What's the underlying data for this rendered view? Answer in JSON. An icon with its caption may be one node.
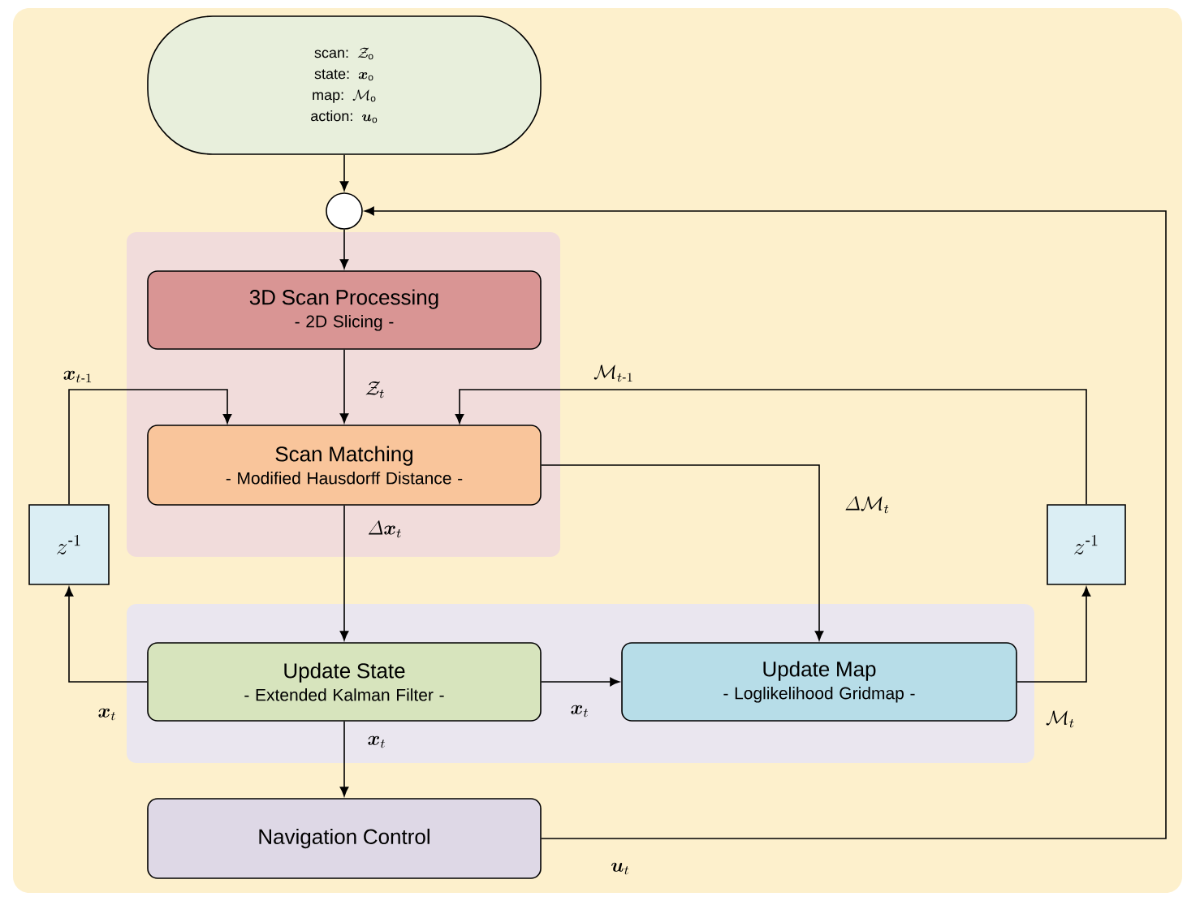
{
  "diagram": {
    "nodes": [
      {
        "text": [
          "\\mbox{scan: }\\mathcal{Z}_{\\mathrm{o}}",
          "\\mbox{state: }\\boldsymbol{x}_{\\mathrm{o}}",
          "\\mbox{map: }\\mathcal{M}_{\\mathrm{o}}",
          "\\mbox{action: }\\boldsymbol{u}_{\\mathrm{o}}"
        ]
      },
      {
        "text": [],
        "shape": "circle"
      },
      {
        "text": [],
        "shape": "box"
      },
      {
        "text": [
          "3D Scan Processing",
          "- 2D Slicing -"
        ],
        "in": 2
      },
      {
        "text": [
          "Scan Matching",
          "- Modified Hausdorff Distance -"
        ],
        "in": 2
      },
      {
        "text": [],
        "shape": "box"
      },
      {
        "text": [
          "Update State",
          "- Extended Kalman Filter -"
        ],
        "in": 5
      },
      {
        "text": [
          "Update Map",
          "- Loglikelihood Gridmap -"
        ],
        "in": 5
      },
      {
        "text": [
          "Navigation Control"
        ]
      },
      {
        "text": [
          "z^{\\text{-}1}"
        ]
      },
      {
        "text": [
          "z^{\\text{-}1}"
        ]
      }
    ],
    "edges": [
      {
        "from": 0,
        "to": 1,
        "arrow": "to"
      },
      {
        "from": 1,
        "to": 3,
        "arrow": "to"
      },
      {
        "from": 3,
        "to": 4,
        "arrow": "to",
        "label": "\\mathcal{Z}_t"
      },
      {
        "from": 4,
        "to": 6,
        "arrow": "to",
        "label": "\\varDelta\\boldsymbol{x}_t"
      },
      {
        "from": 4,
        "to": 7,
        "arrow": "to",
        "label": "\\varDelta\\mathcal{M}_t"
      },
      {
        "from": 6,
        "to": 7,
        "arrow": "to",
        "label": "\\boldsymbol{x}_t"
      },
      {
        "from": 6,
        "to": 9,
        "arrow": "to",
        "label": "\\boldsymbol{x}_t"
      },
      {
        "from": 9,
        "to": 4,
        "arrow": "to",
        "label": "\\boldsymbol{x}_{t\\text{-}1}"
      },
      {
        "from": 7,
        "to": 10,
        "arrow": "to",
        "label": "\\mathcal{M}_t"
      },
      {
        "from": 10,
        "to": 4,
        "arrow": "to",
        "label": "\\mathcal{M}_{t\\text{-}1}"
      },
      {
        "from": 6,
        "to": 8,
        "arrow": "to",
        "label": "\\boldsymbol{x}_t"
      },
      {
        "from": 8,
        "to": 1,
        "arrow": "to",
        "label": "\\boldsymbol{u}_t"
      }
    ]
  }
}
